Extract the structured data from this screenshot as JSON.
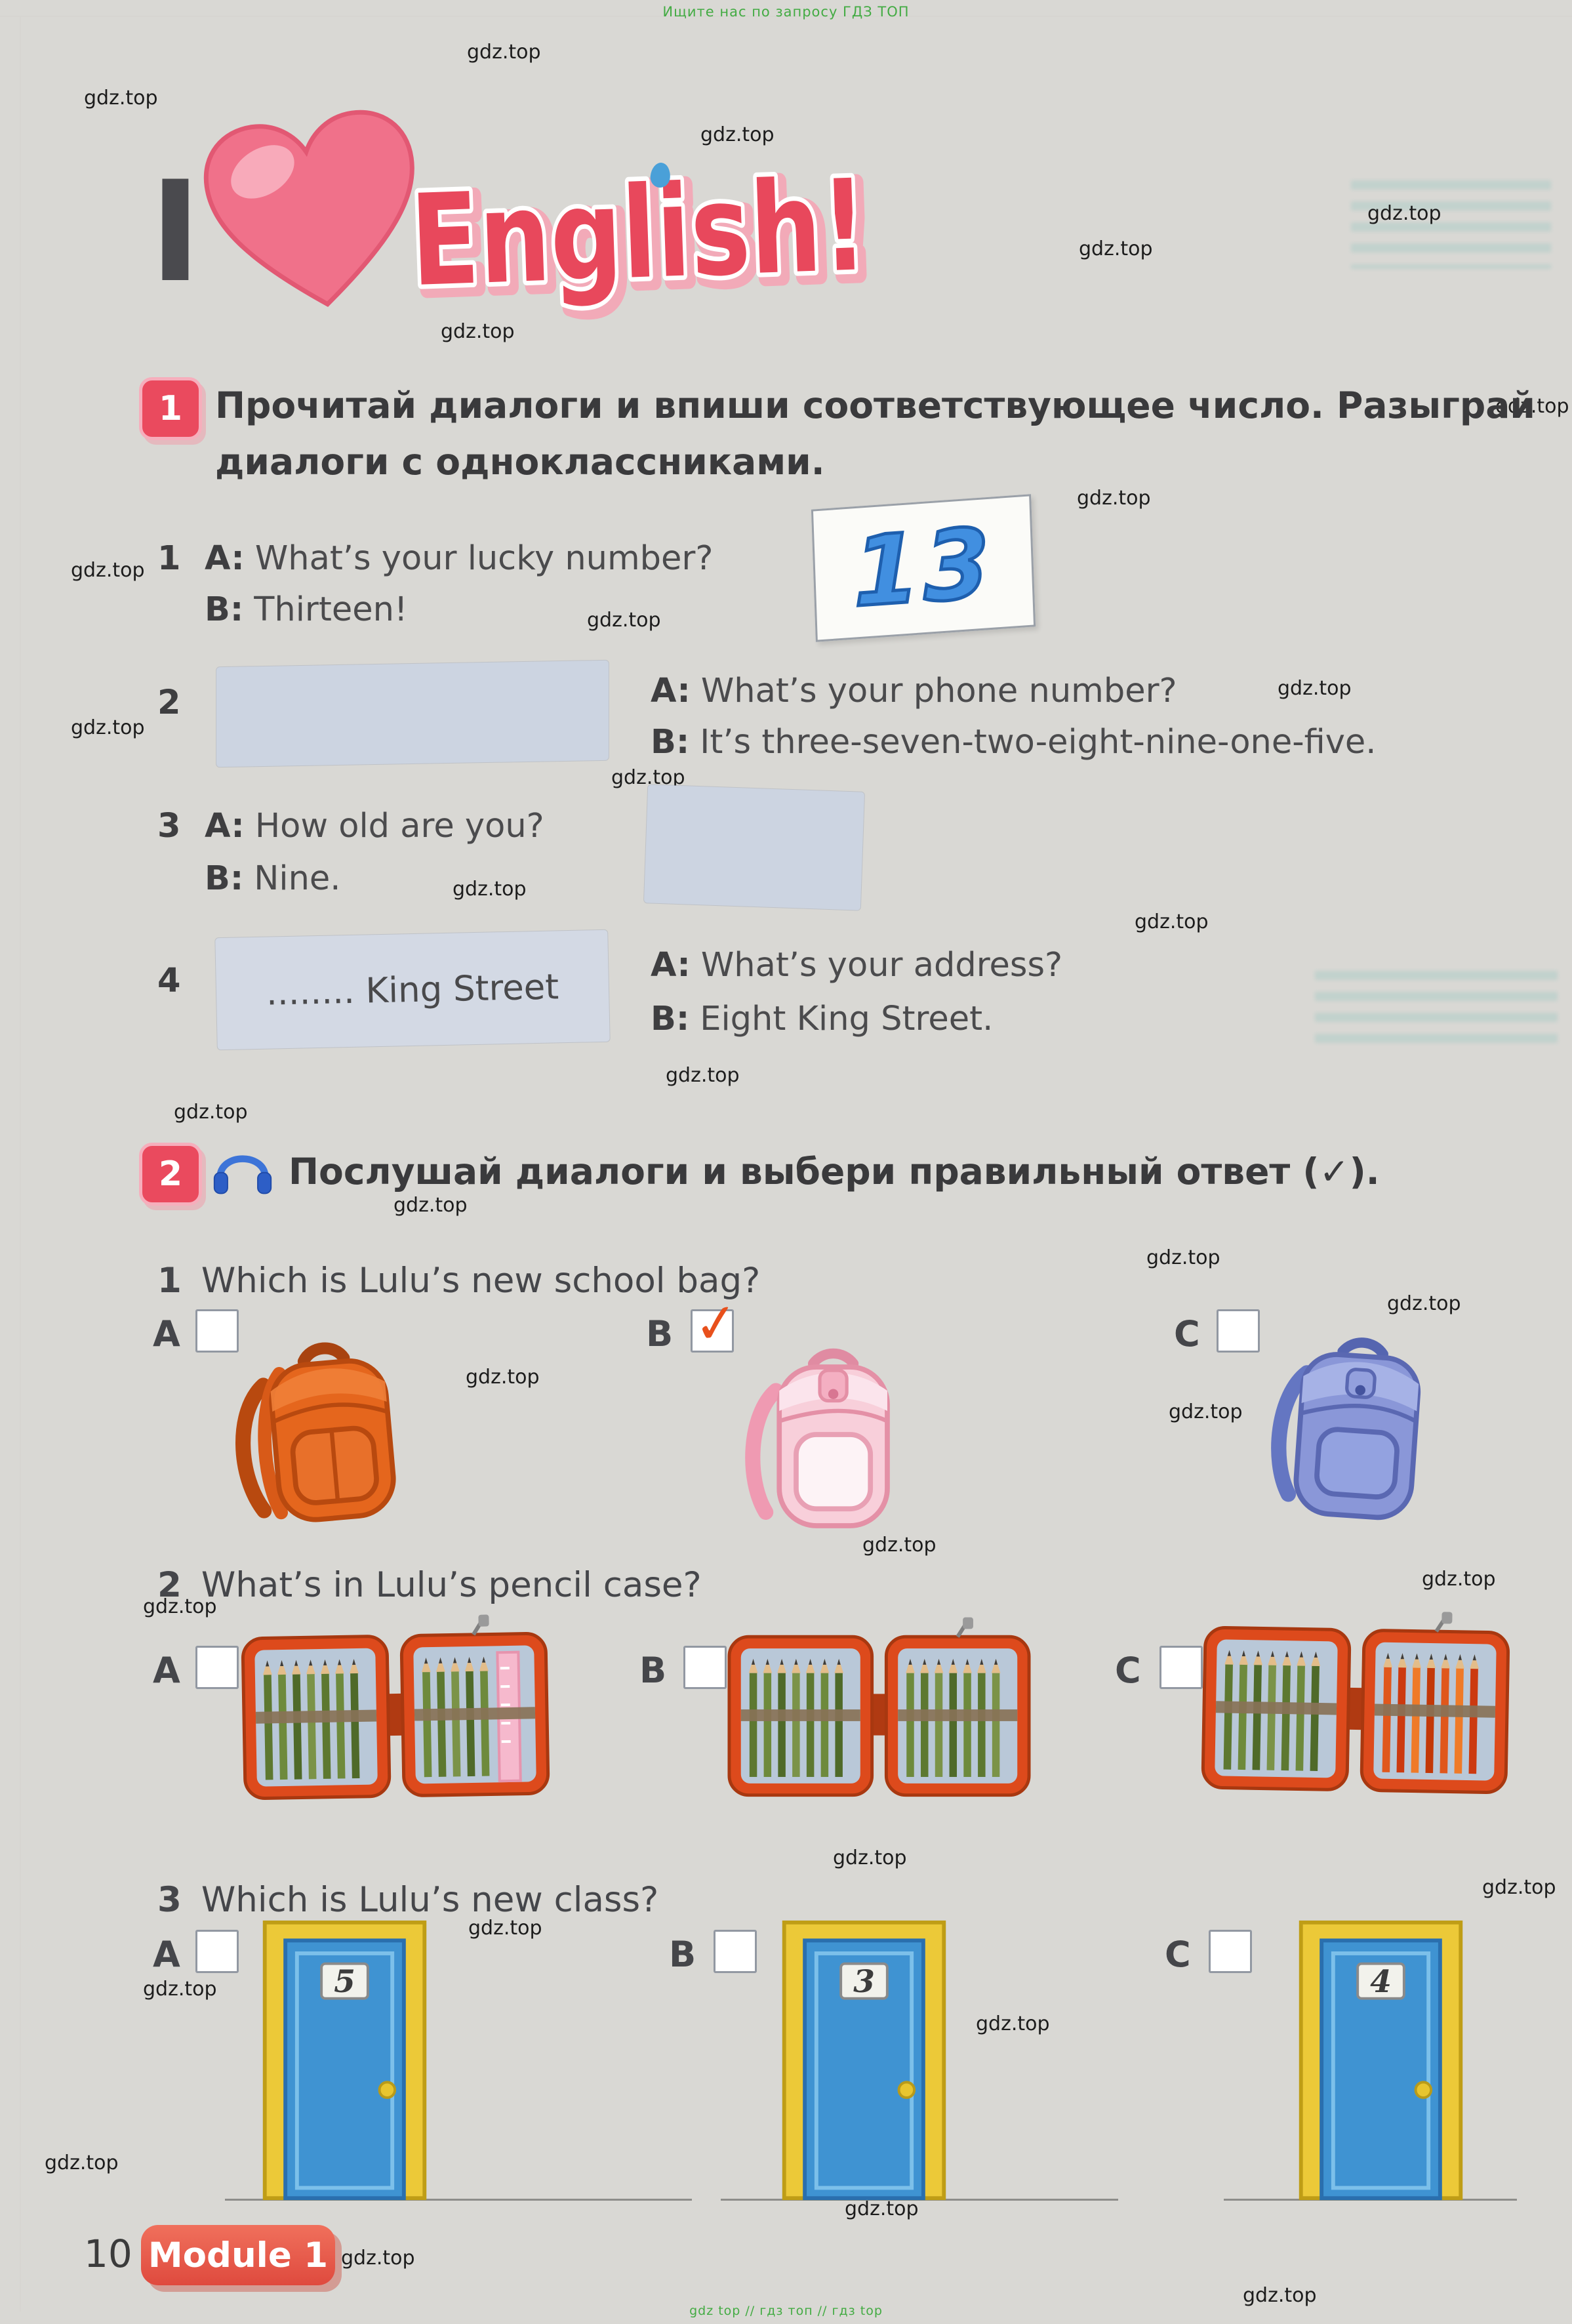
{
  "page": {
    "top_note": "Ищите нас по запросу ГДЗ ТОП",
    "bottom_note": "gdz top  //  гдз топ  //  гдз top",
    "page_number": "10",
    "module_badge": "Module 1"
  },
  "watermark": {
    "label": "gdz.top"
  },
  "title": {
    "i": "I",
    "word": "English!"
  },
  "icons": {
    "listen": "headphones-icon",
    "love": "heart-icon"
  },
  "colors": {
    "accent_red": "#e8485c",
    "digits_blue": "#418fe0",
    "door_blue": "#3f93d2",
    "frame_yellow": "#ecc938",
    "case_orange": "#dd4a1c",
    "bag_orange": "#e5661d",
    "bag_pink": "#f8cfda",
    "bag_blue": "#8a97d8",
    "note_green": "#43ab43"
  },
  "exercise1": {
    "number": "1",
    "instruction_line1": "Прочитай диалоги и впиши соответствующее число. Разыграй",
    "instruction_line2": "диалоги с одноклассниками.",
    "dialogs": [
      {
        "num": "1",
        "a_label": "A:",
        "a_text": "What’s your lucky number?",
        "b_label": "B:",
        "b_text": "Thirteen!",
        "card": "13"
      },
      {
        "num": "2",
        "a_label": "A:",
        "a_text": "What’s your phone number?",
        "b_label": "B:",
        "b_text": "It’s three-seven-two-eight-nine-one-five."
      },
      {
        "num": "3",
        "a_label": "A:",
        "a_text": "How old are you?",
        "b_label": "B:",
        "b_text": "Nine."
      },
      {
        "num": "4",
        "box_text": "........ King Street",
        "a_label": "A:",
        "a_text": "What’s your address?",
        "b_label": "B:",
        "b_text": "Eight King Street."
      }
    ]
  },
  "exercise2": {
    "number": "2",
    "instruction": "Послушай диалоги и выбери правильный ответ (✓).",
    "questions": [
      {
        "num": "1",
        "text": "Which is Lulu’s new school bag?",
        "options": [
          "A",
          "B",
          "C"
        ],
        "checked": "B",
        "check_mark": "✓"
      },
      {
        "num": "2",
        "text": "What’s in Lulu’s pencil case?",
        "options": [
          "A",
          "B",
          "C"
        ]
      },
      {
        "num": "3",
        "text": "Which is Lulu’s new class?",
        "options": [
          "A",
          "B",
          "C"
        ],
        "door_numbers": [
          "5",
          "3",
          "4"
        ]
      }
    ]
  }
}
